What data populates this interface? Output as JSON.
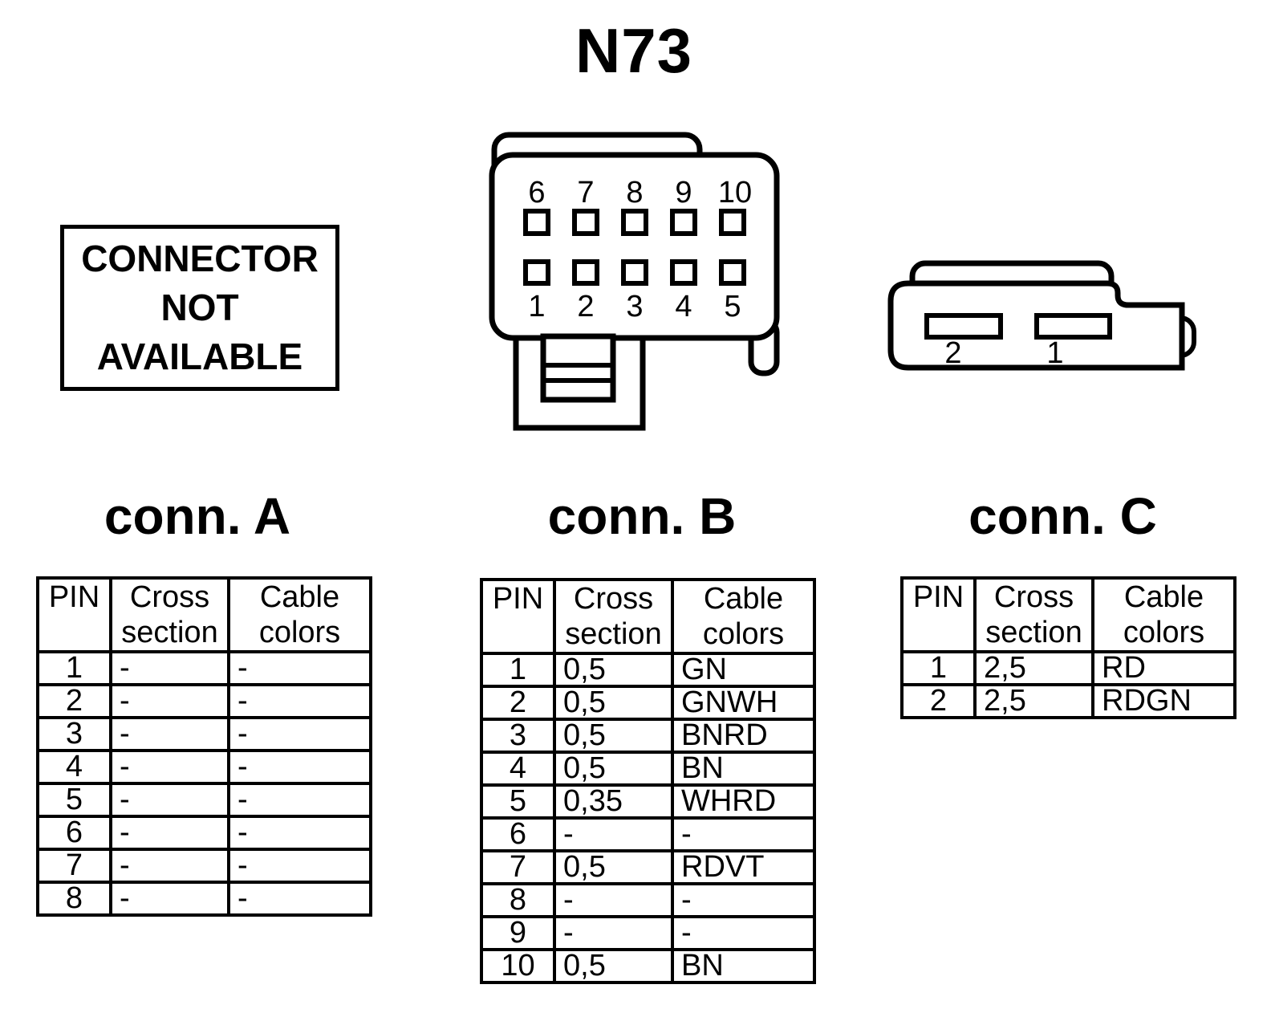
{
  "page": {
    "title": "N73",
    "background_color": "#ffffff",
    "ink_color": "#000000"
  },
  "not_available_box": {
    "line1": "CONNECTOR",
    "line2": "NOT",
    "line3": "AVAILABLE"
  },
  "connector_b_drawing": {
    "top_pins": [
      "6",
      "7",
      "8",
      "9",
      "10"
    ],
    "bottom_pins": [
      "1",
      "2",
      "3",
      "4",
      "5"
    ]
  },
  "connector_c_drawing": {
    "left_pin": "2",
    "right_pin": "1"
  },
  "sections": {
    "a": {
      "title": "conn. A",
      "table": {
        "headers": [
          "PIN",
          "Cross section",
          "Cable colors"
        ],
        "rows": [
          [
            "1",
            "-",
            "-"
          ],
          [
            "2",
            "-",
            "-"
          ],
          [
            "3",
            "-",
            "-"
          ],
          [
            "4",
            "-",
            "-"
          ],
          [
            "5",
            "-",
            "-"
          ],
          [
            "6",
            "-",
            "-"
          ],
          [
            "7",
            "-",
            "-"
          ],
          [
            "8",
            "-",
            "-"
          ]
        ]
      }
    },
    "b": {
      "title": "conn. B",
      "table": {
        "headers": [
          "PIN",
          "Cross section",
          "Cable colors"
        ],
        "rows": [
          [
            "1",
            "0,5",
            "GN"
          ],
          [
            "2",
            "0,5",
            "GNWH"
          ],
          [
            "3",
            "0,5",
            "BNRD"
          ],
          [
            "4",
            "0,5",
            "BN"
          ],
          [
            "5",
            "0,35",
            "WHRD"
          ],
          [
            "6",
            "-",
            "-"
          ],
          [
            "7",
            "0,5",
            "RDVT"
          ],
          [
            "8",
            "-",
            "-"
          ],
          [
            "9",
            "-",
            "-"
          ],
          [
            "10",
            "0,5",
            "BN"
          ]
        ]
      }
    },
    "c": {
      "title": "conn. C",
      "table": {
        "headers": [
          "PIN",
          "Cross section",
          "Cable colors"
        ],
        "rows": [
          [
            "1",
            "2,5",
            "RD"
          ],
          [
            "2",
            "2,5",
            "RDGN"
          ]
        ]
      }
    }
  }
}
